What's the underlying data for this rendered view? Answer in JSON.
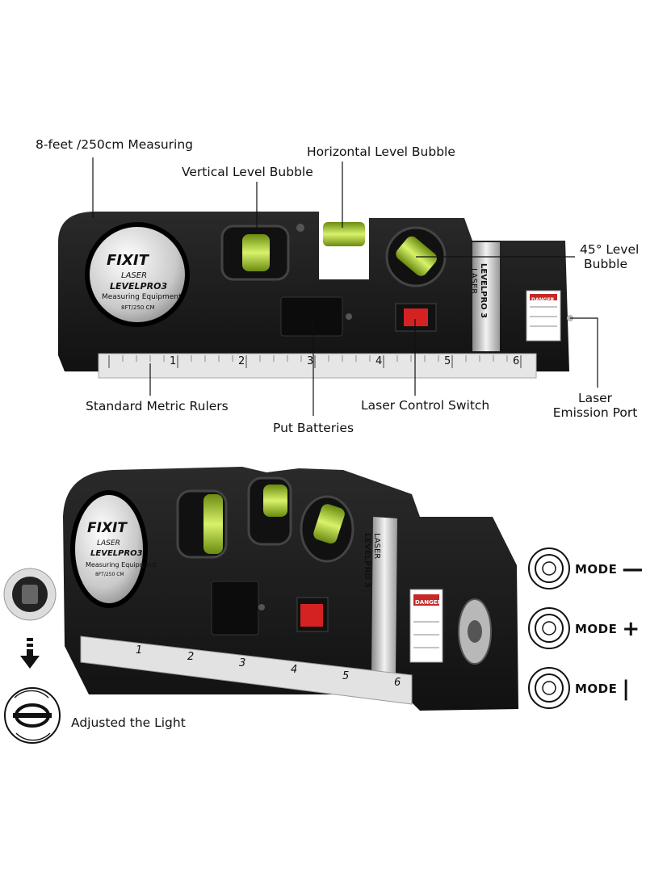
{
  "labels": {
    "measuring": "8-feet /250cm Measuring",
    "horizontal": "Horizontal Level Bubble",
    "vertical": "Vertical Level Bubble",
    "level45_line1": "45° Level",
    "level45_line2": "Bubble",
    "rulers": "Standard Metric Rulers",
    "batteries": "Put Batteries",
    "switch": "Laser Control Switch",
    "port_line1": "Laser",
    "port_line2": "Emission Port",
    "adjusted": "Adjusted the Light"
  },
  "device": {
    "brand": "FIXIT",
    "laser": "LASER",
    "model": "LEVELPRO3",
    "sub": "Measuring Equipment",
    "size": "8FT/250 CM",
    "side_label_1": "LASER",
    "side_label_2": "LEVELPRO 3",
    "danger": "DANGER",
    "ruler_numbers": [
      "1",
      "2",
      "3",
      "4",
      "5",
      "6"
    ]
  },
  "modes": [
    {
      "text": "MODE",
      "symbol": "—"
    },
    {
      "text": "MODE",
      "symbol": "+"
    },
    {
      "text": "MODE",
      "symbol": "|"
    }
  ],
  "colors": {
    "body": "#1b1b1b",
    "bubble": "#c8e85a",
    "switch": "#d42222",
    "ruler": "#e6e6e6"
  }
}
